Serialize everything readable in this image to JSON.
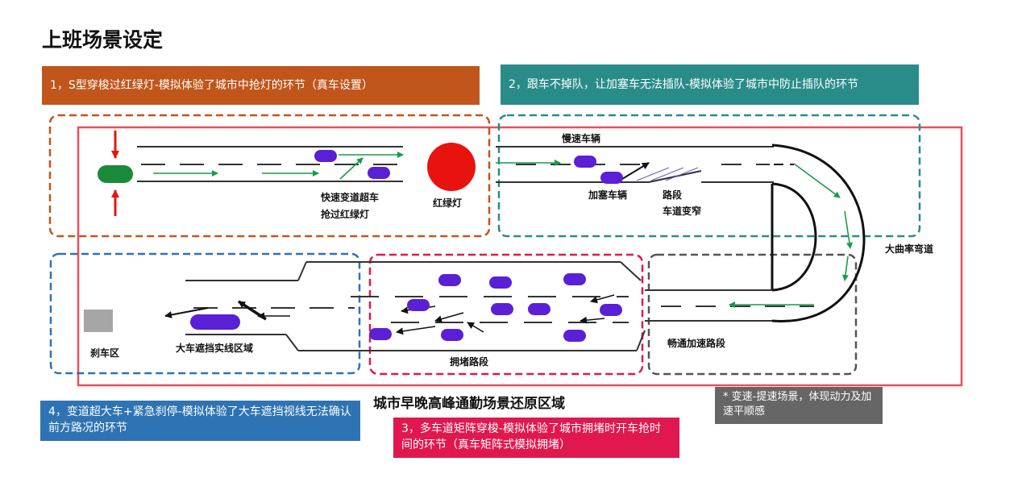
{
  "title": "上班场景设定",
  "callouts": {
    "c1": "1，S型穿梭过红绿灯-模拟体验了城市中抢灯的环节（真车设置）",
    "c2": "2，跟车不掉队，让加塞车无法插队-模拟体验了城市中防止插队的环节",
    "c3": "3，多车道矩阵穿梭-模拟体验了城市拥堵时开车抢时间的环节（真车矩阵式模拟拥堵）",
    "c4": "4，变道超大车+紧急刹停-模拟体验了大车遮挡视线无法确认前方路况的环节",
    "c5": "* 变速-提速场景，体现动力及加速平顺感"
  },
  "labels": {
    "overtake_1": "快速变道超车",
    "overtake_2": "抢过红绿灯",
    "traffic_light": "红绿灯",
    "slow_vehicle": "慢速车辆",
    "cut_in_vehicle": "加塞车辆",
    "narrow_1": "路段",
    "narrow_2": "车道变窄",
    "big_curve": "大曲率弯道",
    "smooth_accel": "畅通加速路段",
    "congested": "拥堵路段",
    "truck_block": "大车遮挡实线区域",
    "brake_zone": "刹车区",
    "region_caption": "城市早晚高峰通勤场景还原区域"
  },
  "colors": {
    "orange": "#c0561b",
    "teal": "#2a8c88",
    "blue": "#2e73b4",
    "crimson": "#e0184e",
    "gray": "#666666",
    "car": "#5b1fd6",
    "start_car": "#1a8a3a",
    "light": "#e8130f",
    "arrow_green": "#1a9a4a",
    "route_red": "#e8505a"
  }
}
